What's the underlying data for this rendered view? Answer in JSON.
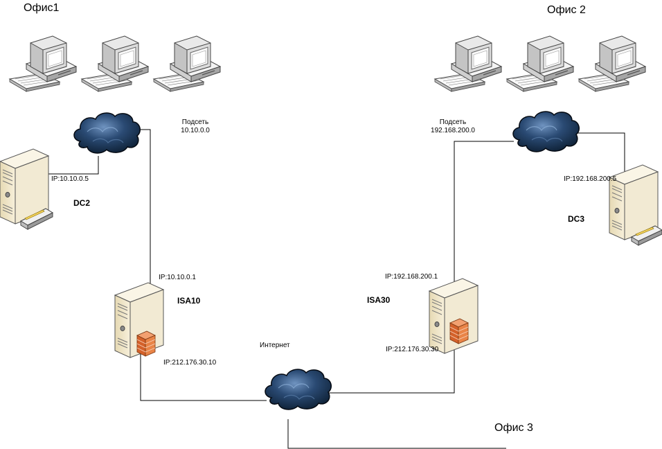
{
  "offices": {
    "office1": "Офис1",
    "office2": "Офис 2",
    "office3": "Офис 3"
  },
  "subnets": {
    "office1_title": "Подсеть",
    "office1_value": "10.10.0.0",
    "office2_title": "Подсеть",
    "office2_value": "192.168.200.0"
  },
  "internet_label": "Интернет",
  "servers": {
    "dc2": {
      "name": "DC2",
      "ip": "IP:10.10.0.5"
    },
    "dc3": {
      "name": "DC3",
      "ip": "IP:192.168.200.5"
    },
    "isa10": {
      "name": "ISA10",
      "ip_internal": "IP:10.10.0.1",
      "ip_external": "IP:212.176.30.10"
    },
    "isa30": {
      "name": "ISA30",
      "ip_internal": "IP:192.168.200.1",
      "ip_external": "IP:212.176.30.30"
    }
  },
  "colors": {
    "cloud_dark": "#0d1f33",
    "cloud_mid": "#2a4a73",
    "cloud_light": "#6f93c0",
    "server_body": "#efe4c4",
    "firewall": "#e0722f",
    "line": "#000000"
  },
  "icons": {
    "workstation": "workstation-icon",
    "cloud": "network-cloud-icon",
    "server": "server-icon",
    "firewall": "firewall-icon"
  }
}
